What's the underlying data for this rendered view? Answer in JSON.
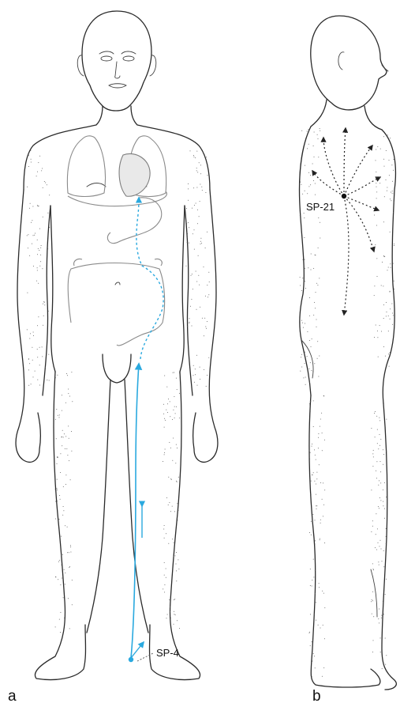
{
  "figure": {
    "panels": [
      {
        "id": "a",
        "label": "a",
        "view": "anterior"
      },
      {
        "id": "b",
        "label": "b",
        "view": "lateral"
      }
    ],
    "points": [
      {
        "code": "SP-4",
        "panel": "a"
      },
      {
        "code": "SP-21",
        "panel": "b"
      }
    ],
    "colors": {
      "channel": "#2aa9df",
      "outline": "#2a2a2a",
      "organs": "#8a8a8a",
      "stipple": "#555555",
      "network_arrows": "#222222"
    }
  }
}
